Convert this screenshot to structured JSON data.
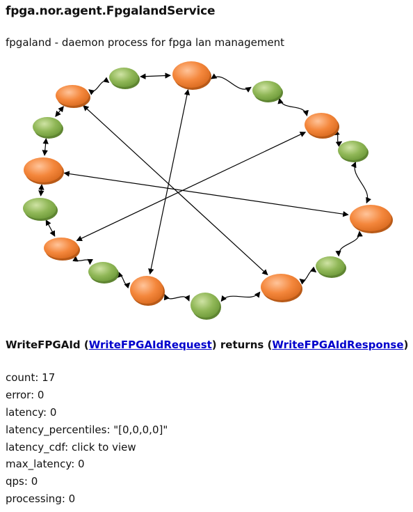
{
  "service": {
    "title": "fpga.nor.agent.FpgalandService",
    "description": "fpgaland - daemon process for fpga lan management"
  },
  "method": {
    "name": "WriteFPGAId",
    "open_paren": " (",
    "request_type": "WriteFPGAIdRequest",
    "returns_text": ") returns (",
    "response_type": "WriteFPGAIdResponse",
    "close_paren": ")"
  },
  "stats": [
    {
      "key": "count",
      "value": "17"
    },
    {
      "key": "error",
      "value": "0"
    },
    {
      "key": "latency",
      "value": "0"
    },
    {
      "key": "latency_percentiles",
      "value": "\"[0,0,0,0]\""
    },
    {
      "key": "latency_cdf",
      "value": "click to view"
    },
    {
      "key": "max_latency",
      "value": "0"
    },
    {
      "key": "qps",
      "value": "0"
    },
    {
      "key": "processing",
      "value": "0"
    }
  ],
  "colors": {
    "orange_node": "#f4873c",
    "green_node": "#8cb453",
    "arrow": "#000000",
    "link": "#0000cc"
  }
}
